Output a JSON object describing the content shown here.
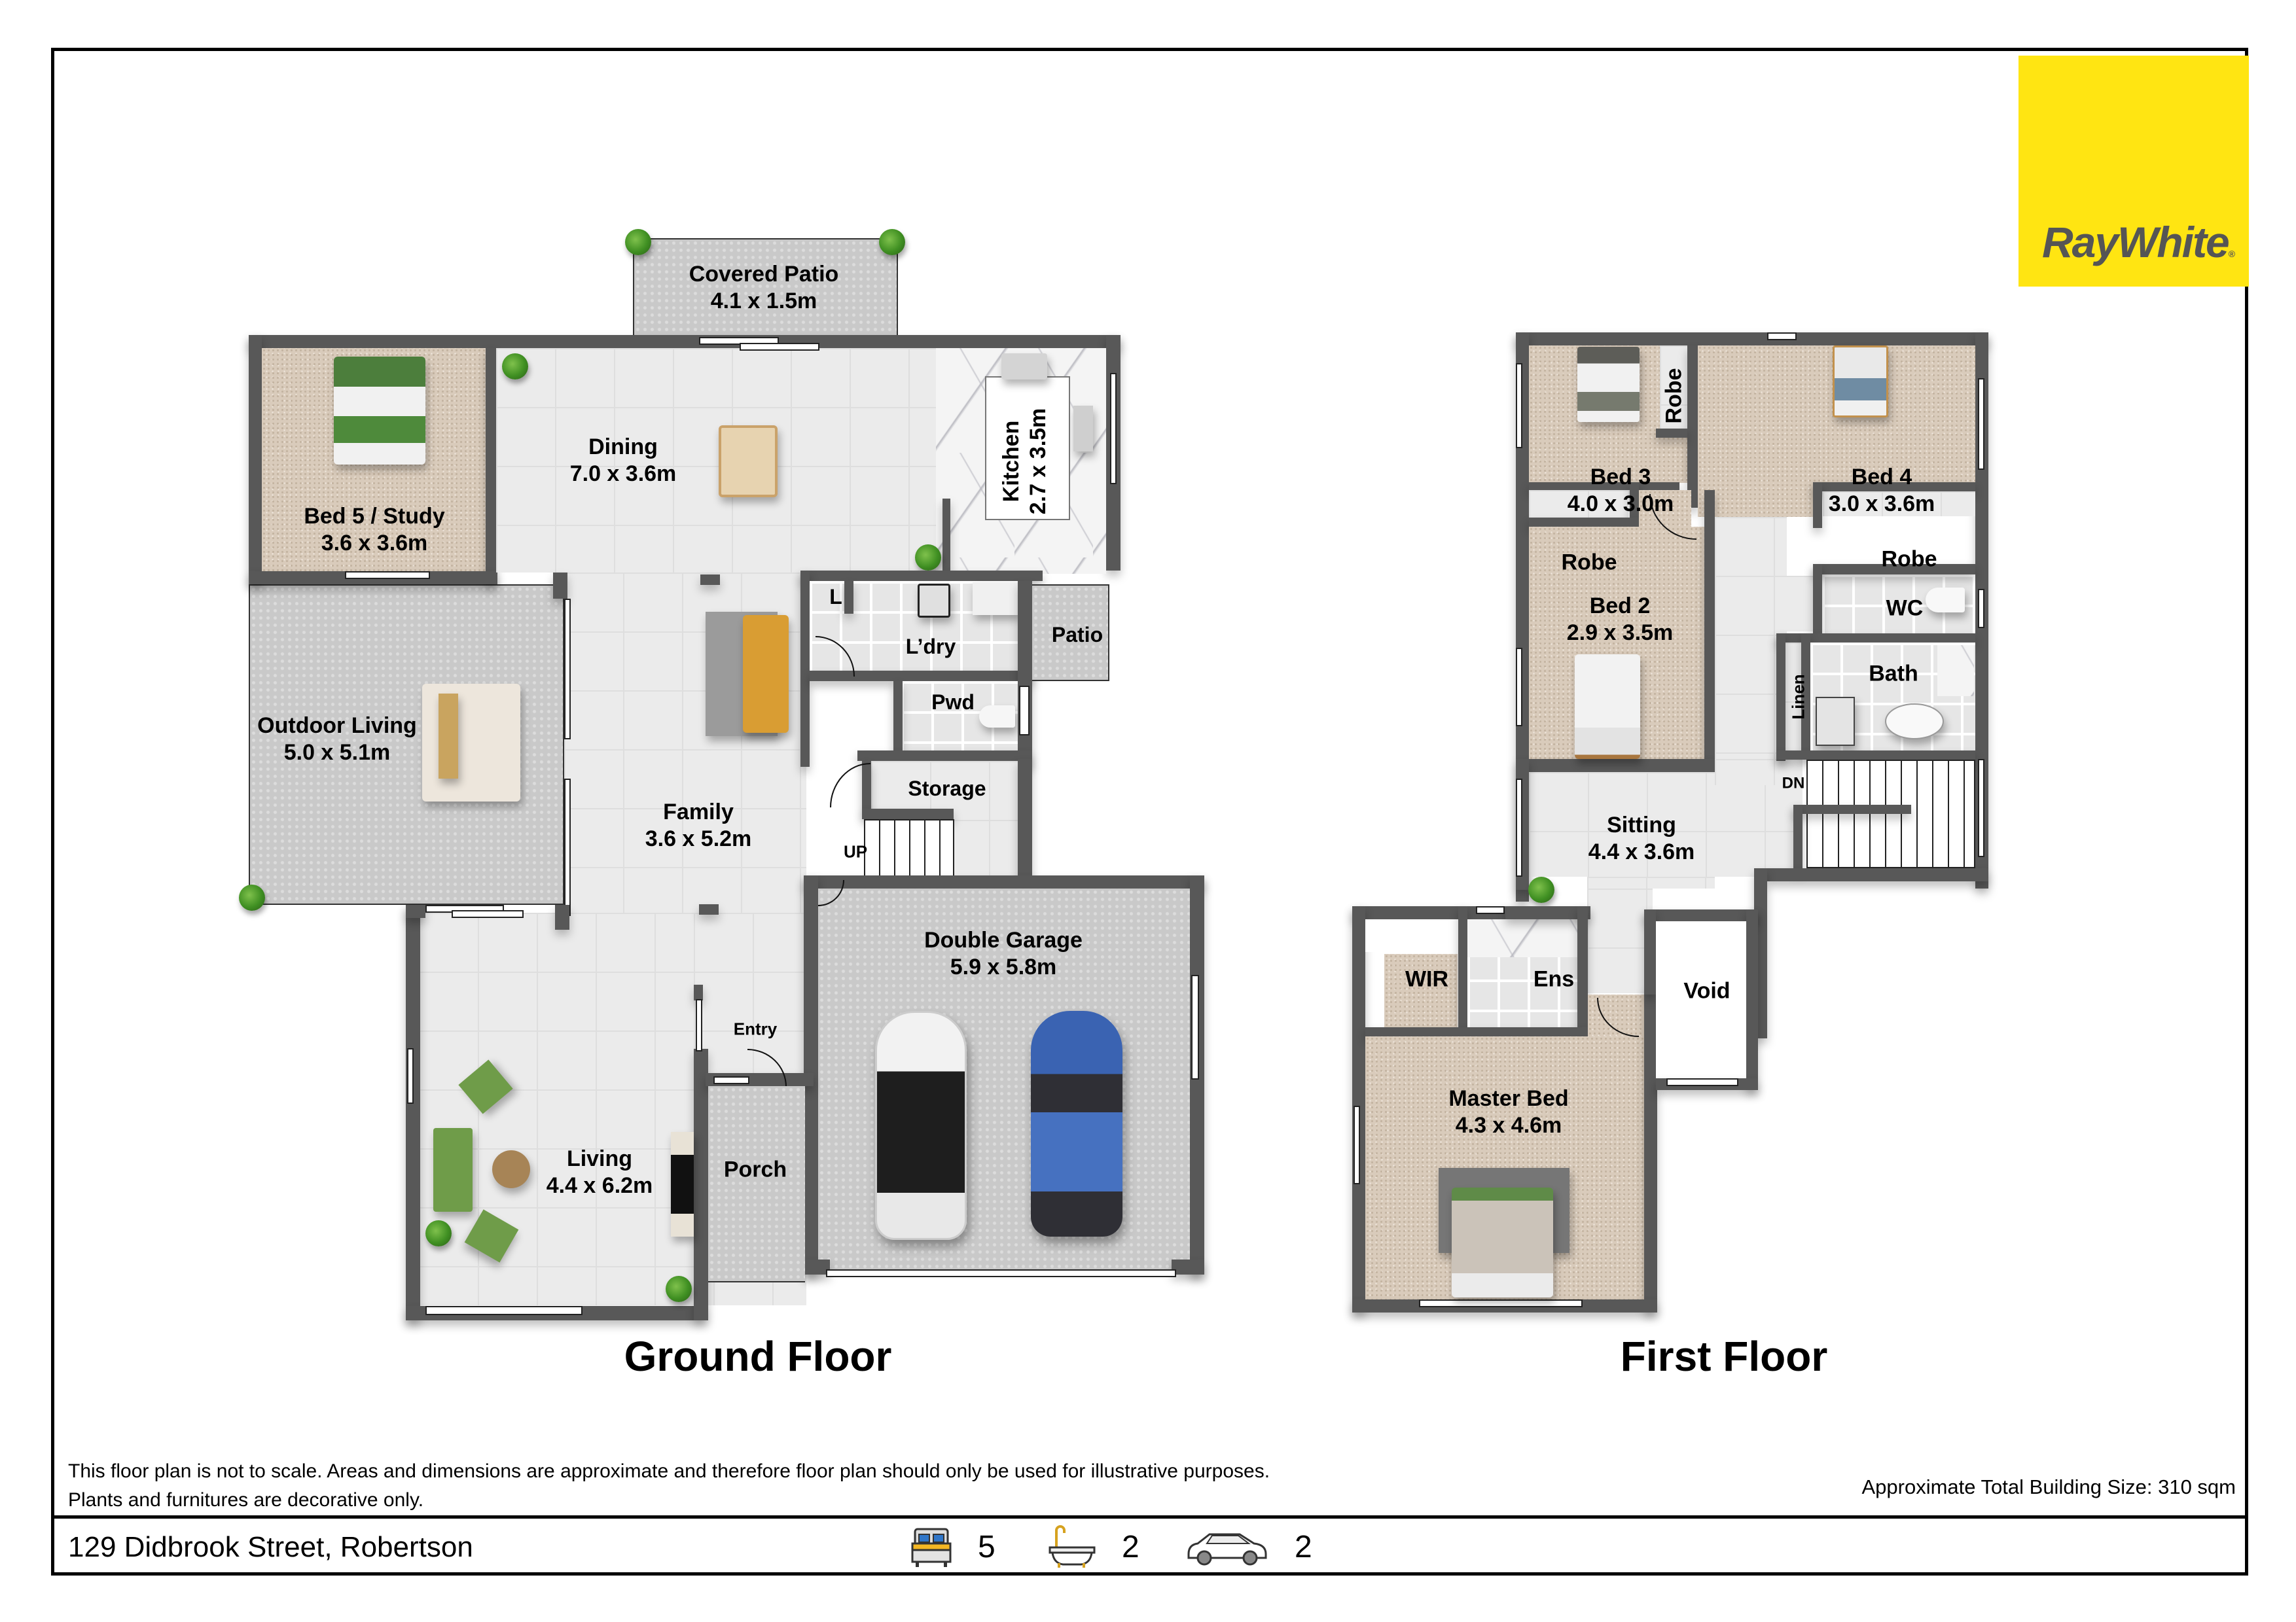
{
  "brand": {
    "name": "RayWhite",
    "registered_mark": "®",
    "logo_color": "#ffe512",
    "text_color": "#555555"
  },
  "ground_floor": {
    "title": "Ground Floor",
    "rooms": [
      {
        "name": "Covered Patio",
        "dims": "4.1 x 1.5m"
      },
      {
        "name": "Bed 5 / Study",
        "dims": "3.6 x 3.6m"
      },
      {
        "name": "Dining",
        "dims": "7.0 x 3.6m"
      },
      {
        "name": "Kitchen",
        "dims": "2.7 x 3.5m"
      },
      {
        "name": "L",
        "dims": ""
      },
      {
        "name": "L’dry",
        "dims": ""
      },
      {
        "name": "Patio",
        "dims": ""
      },
      {
        "name": "Pwd",
        "dims": ""
      },
      {
        "name": "Outdoor Living",
        "dims": "5.0 x 5.1m"
      },
      {
        "name": "Family",
        "dims": "3.6 x 5.2m"
      },
      {
        "name": "Storage",
        "dims": ""
      },
      {
        "name": "UP",
        "dims": ""
      },
      {
        "name": "Double Garage",
        "dims": "5.9 x 5.8m"
      },
      {
        "name": "Entry",
        "dims": ""
      },
      {
        "name": "Porch",
        "dims": ""
      },
      {
        "name": "Living",
        "dims": "4.4 x 6.2m"
      }
    ]
  },
  "first_floor": {
    "title": "First Floor",
    "rooms": [
      {
        "name": "Bed 3",
        "dims": "4.0 x 3.0m"
      },
      {
        "name": "Robe",
        "dims": ""
      },
      {
        "name": "Bed 4",
        "dims": "3.0 x 3.6m"
      },
      {
        "name": "Robe",
        "dims": ""
      },
      {
        "name": "Bed 2",
        "dims": "2.9 x 3.5m"
      },
      {
        "name": "Robe",
        "dims": ""
      },
      {
        "name": "WC",
        "dims": ""
      },
      {
        "name": "Bath",
        "dims": ""
      },
      {
        "name": "Linen",
        "dims": ""
      },
      {
        "name": "DN",
        "dims": ""
      },
      {
        "name": "Sitting",
        "dims": "4.4 x 3.6m"
      },
      {
        "name": "WIR",
        "dims": ""
      },
      {
        "name": "Ens",
        "dims": ""
      },
      {
        "name": "Void",
        "dims": ""
      },
      {
        "name": "Master Bed",
        "dims": "4.3 x 4.6m"
      }
    ]
  },
  "footer": {
    "disclaimer_line1": "This floor plan is not to scale. Areas and dimensions are approximate and therefore floor plan should only be used for illustrative purposes.",
    "disclaimer_line2": "Plants and furnitures are decorative only.",
    "total_size": "Approximate Total Building Size: 310 sqm",
    "address": "129 Didbrook Street, Robertson",
    "features": [
      {
        "icon": "bed-icon",
        "count": "5"
      },
      {
        "icon": "bathtub-icon",
        "count": "2"
      },
      {
        "icon": "car-icon",
        "count": "2"
      }
    ]
  }
}
